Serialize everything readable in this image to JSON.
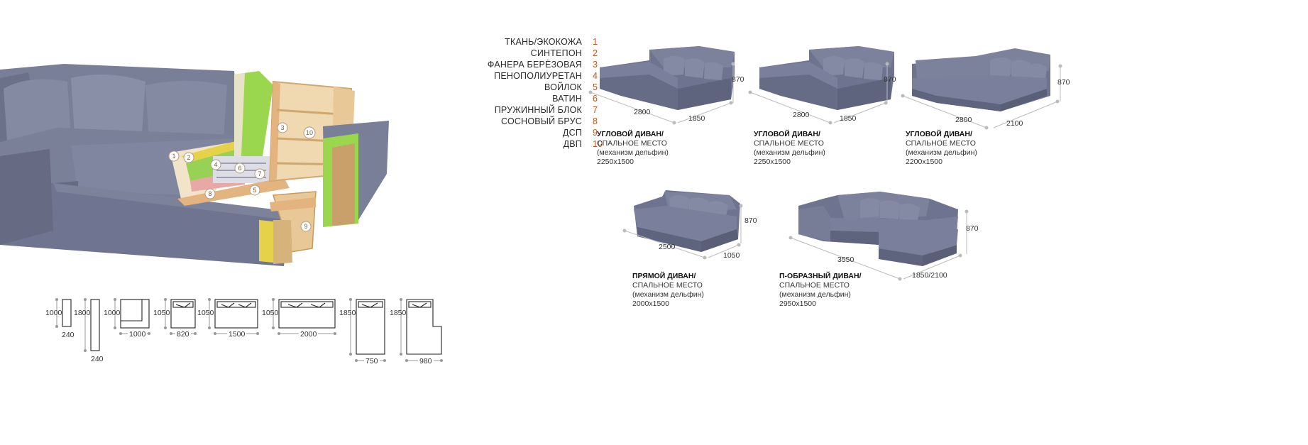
{
  "legend": [
    {
      "name": "ТКАНЬ/ЭКОКОЖА",
      "num": "1"
    },
    {
      "name": "СИНТЕПОН",
      "num": "2"
    },
    {
      "name": "ФАНЕРА БЕРЁЗОВАЯ",
      "num": "3"
    },
    {
      "name": "ПЕНОПОЛИУРЕТАН",
      "num": "4"
    },
    {
      "name": "ВОЙЛОК",
      "num": "5"
    },
    {
      "name": "ВАТИН",
      "num": "6"
    },
    {
      "name": "ПРУЖИННЫЙ БЛОК",
      "num": "7"
    },
    {
      "name": "СОСНОВЫЙ БРУС",
      "num": "8"
    },
    {
      "name": "ДСП",
      "num": "9"
    },
    {
      "name": "ДВП",
      "num": "10"
    }
  ],
  "cutaway_markers": [
    "1",
    "2",
    "3",
    "4",
    "5",
    "6",
    "7",
    "8",
    "9",
    "10"
  ],
  "variants": [
    {
      "title": "УГЛОВОЙ ДИВАН/",
      "line2": "СПАЛЬНОЕ МЕСТО",
      "line3": "(механизм дельфин)",
      "line4": "2250х1500",
      "height": "870",
      "length": "2800",
      "depth": "1850"
    },
    {
      "title": "УГЛОВОЙ ДИВАН/",
      "line2": "СПАЛЬНОЕ МЕСТО",
      "line3": "(механизм дельфин)",
      "line4": "2250х1500",
      "height": "870",
      "length": "2800",
      "depth": "1850"
    },
    {
      "title": "УГЛОВОЙ ДИВАН/",
      "line2": "СПАЛЬНОЕ МЕСТО",
      "line3": "(механизм дельфин)",
      "line4": "2200х1500",
      "height": "870",
      "length": "2800",
      "depth": "2100"
    },
    {
      "title": "ПРЯМОЙ ДИВАН/",
      "line2": "СПАЛЬНОЕ МЕСТО",
      "line3": "(механизм дельфин)",
      "line4": "2000х1500",
      "height": "870",
      "length": "2500",
      "depth": "1050"
    },
    {
      "title": "П-ОБРАЗНЫЙ ДИВАН/",
      "line2": "СПАЛЬНОЕ МЕСТО",
      "line3": "(механизм дельфин)",
      "line4": "2950х1500",
      "height": "870",
      "length": "3550",
      "depth": "1850/2100"
    }
  ],
  "modules": [
    {
      "height": "1000",
      "width": "240"
    },
    {
      "height": "1800",
      "width": "240"
    },
    {
      "height": "1000",
      "width": "1000"
    },
    {
      "height": "1050",
      "width": "820"
    },
    {
      "height": "1050",
      "width": "1500"
    },
    {
      "height": "1050",
      "width": "2000"
    },
    {
      "height": "1850",
      "width": "750"
    },
    {
      "height": "1850",
      "width": "980"
    }
  ],
  "colors": {
    "accent": "#b5582a",
    "fabric": "#6f7590",
    "wood": "#e7c595",
    "foam": "#9ad64e"
  }
}
